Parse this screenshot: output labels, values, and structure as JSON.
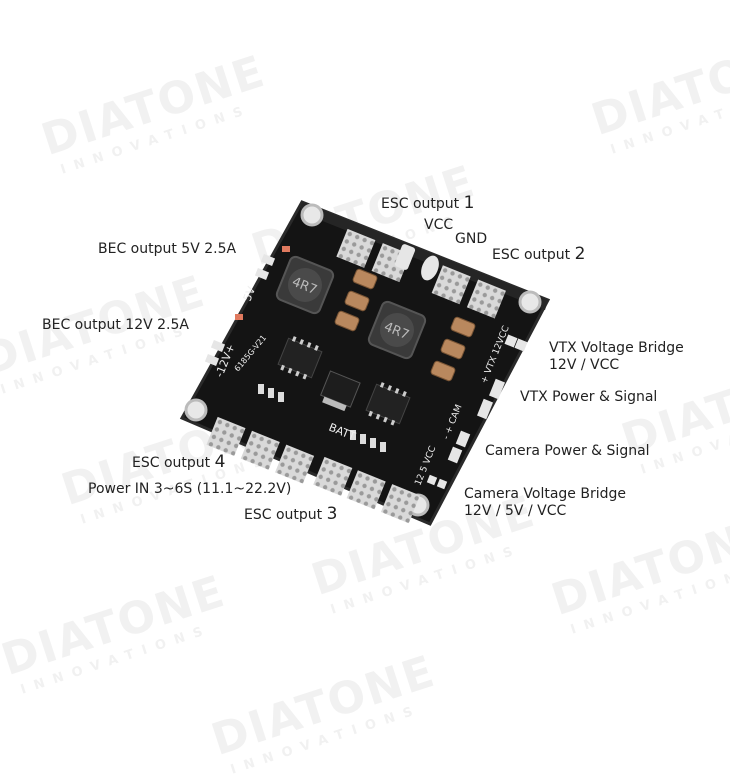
{
  "watermark": {
    "line1": "DIATONE",
    "line2": "INNOVATIONS"
  },
  "board_markings": {
    "inductor": "4R7",
    "batt": "BATT",
    "v5": "5V",
    "v12": "-12V+",
    "part": "6185G-V21",
    "vtx": "+ VTX 12VCC",
    "cam": "- + CAM",
    "cam_sel": "12 5 VCC"
  },
  "labels": {
    "esc1": {
      "text": "ESC output",
      "num": "1"
    },
    "vcc": "VCC",
    "gnd": "GND",
    "esc2": {
      "text": "ESC output",
      "num": "2"
    },
    "bec5": "BEC output 5V 2.5A",
    "bec12": "BEC output 12V 2.5A",
    "vtx_bridge": {
      "line1": "VTX Voltage Bridge",
      "line2": "12V / VCC"
    },
    "vtx_power": "VTX Power & Signal",
    "cam_power": "Camera Power & Signal",
    "esc4": {
      "text": "ESC output",
      "num": "4"
    },
    "power_in": "Power IN 3~6S (11.1~22.2V)",
    "esc3": {
      "text": "ESC output",
      "num": "3"
    },
    "cam_bridge": {
      "line1": "Camera Voltage Bridge",
      "line2": "12V / 5V / VCC"
    }
  }
}
